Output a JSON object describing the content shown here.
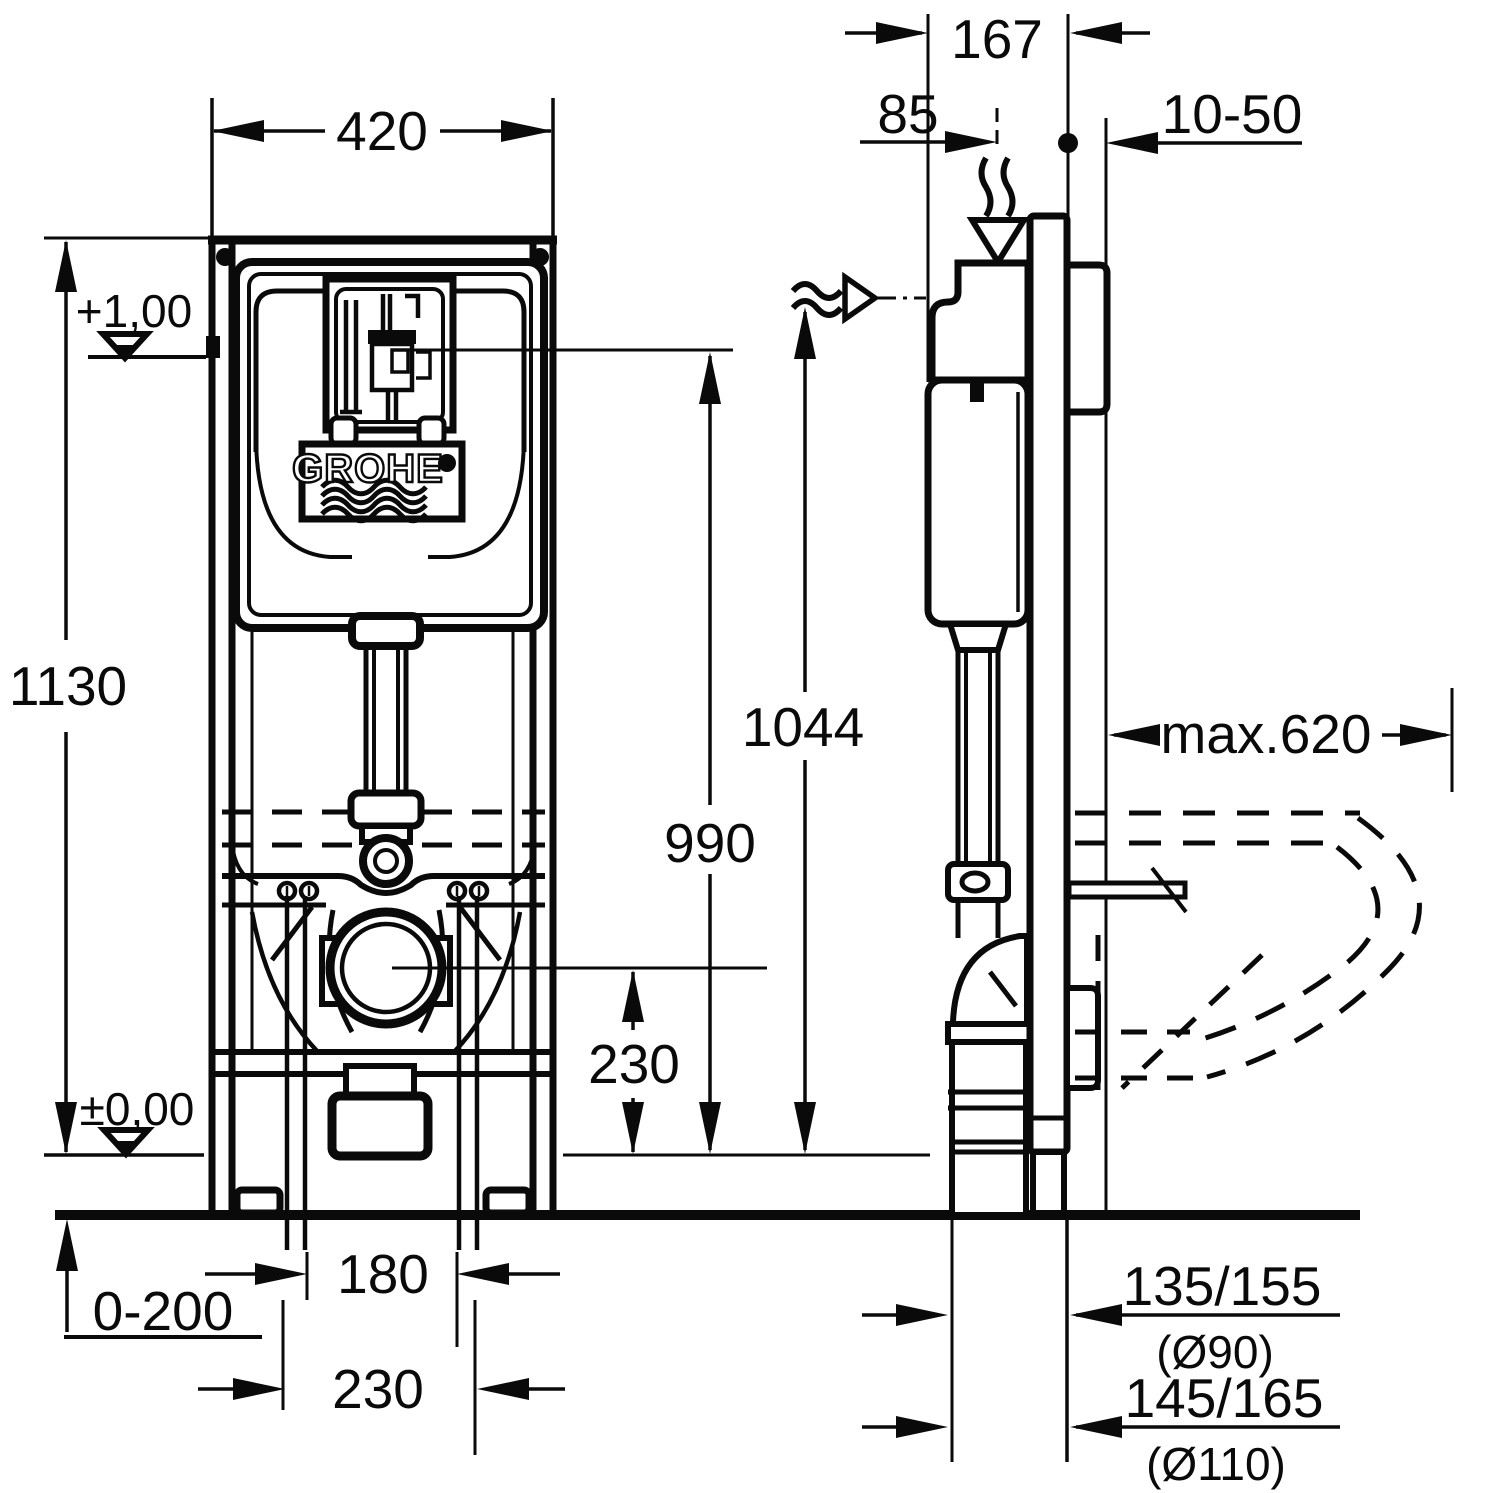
{
  "drawing": {
    "brand": "GROHE",
    "front_view": {
      "width_top": "420",
      "height_left": "1130",
      "level_upper": "+1,00",
      "level_zero": "±0,00",
      "foot_adjust": "0-200",
      "bolt_spacing": "180",
      "fixing_spacing": "230",
      "outlet_height": "230"
    },
    "side_view": {
      "depth_top": "167",
      "supply_offset": "85",
      "wall_distance": "10-50",
      "supply_height": "1044",
      "flush_outlet_height": "990",
      "max_width": "max.620",
      "drain_small": "135/155",
      "drain_small_dia": "(Ø90)",
      "drain_large": "145/165",
      "drain_large_dia": "(Ø110)"
    },
    "colors": {
      "line": "#0a0a0a",
      "background": "#ffffff"
    }
  }
}
